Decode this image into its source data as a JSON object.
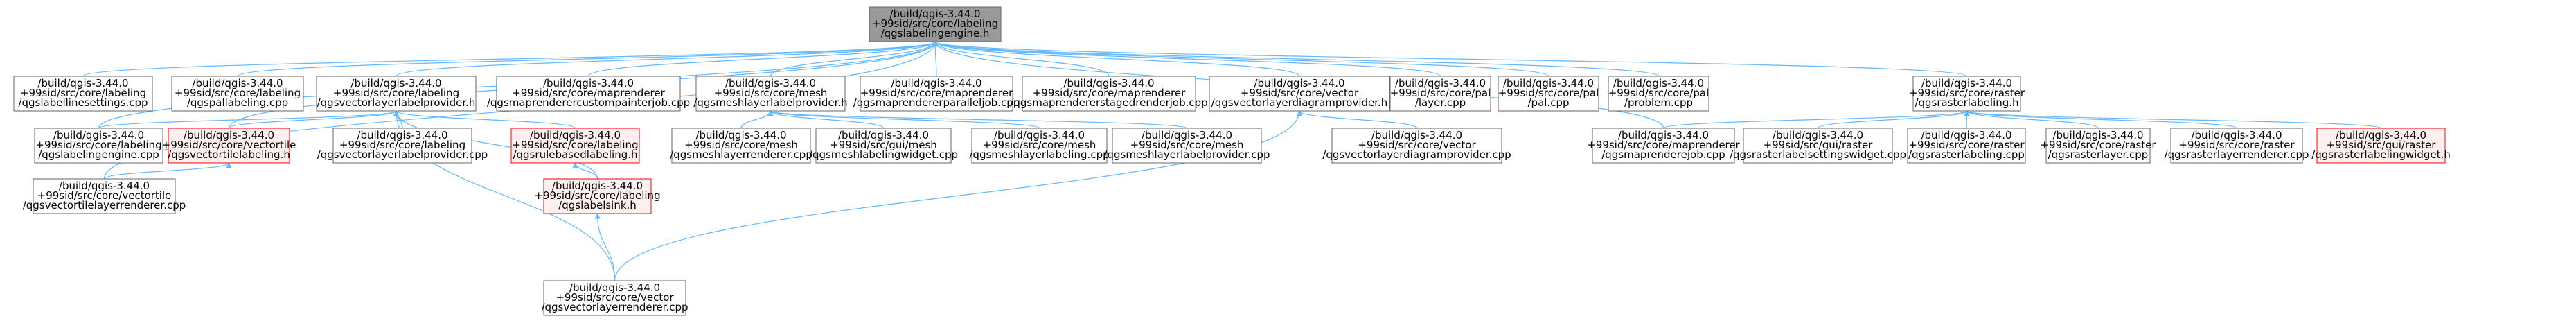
{
  "colors": {
    "edge": "#63b8ff",
    "root_fill": "#999999",
    "root_border": "#666666",
    "node_fill": "#ffffff",
    "node_border": "#666666",
    "red_fill": "#fff0f0",
    "red_border": "#ff0000"
  },
  "nodes": [
    {
      "id": "root",
      "style": "root",
      "lines": [
        "/build/qgis-3.44.0",
        "+99sid/src/core/labeling",
        "/qgslabelingengine.h"
      ]
    },
    {
      "id": "n1",
      "style": "normal",
      "lines": [
        "/build/qgis-3.44.0",
        "+99sid/src/core/labeling",
        "/qgslabellinesettings.cpp"
      ]
    },
    {
      "id": "n2",
      "style": "normal",
      "lines": [
        "/build/qgis-3.44.0",
        "+99sid/src/core/labeling",
        "/qgspallabeling.cpp"
      ]
    },
    {
      "id": "n3",
      "style": "normal",
      "lines": [
        "/build/qgis-3.44.0",
        "+99sid/src/core/labeling",
        "/qgsvectorlayerlabelprovider.h"
      ]
    },
    {
      "id": "n4",
      "style": "normal",
      "lines": [
        "/build/qgis-3.44.0",
        "+99sid/src/core/maprenderer",
        "/qgsmaprenderercustompainterjob.cpp"
      ]
    },
    {
      "id": "n5",
      "style": "normal",
      "lines": [
        "/build/qgis-3.44.0",
        "+99sid/src/core/mesh",
        "/qgsmeshlayerlabelprovider.h"
      ]
    },
    {
      "id": "n6",
      "style": "normal",
      "lines": [
        "/build/qgis-3.44.0",
        "+99sid/src/core/maprenderer",
        "/qgsmaprendererparalleljob.cpp"
      ]
    },
    {
      "id": "n7",
      "style": "normal",
      "lines": [
        "/build/qgis-3.44.0",
        "+99sid/src/core/maprenderer",
        "/qgsmaprendererstagedrenderjob.cpp"
      ]
    },
    {
      "id": "n8",
      "style": "normal",
      "lines": [
        "/build/qgis-3.44.0",
        "+99sid/src/core/vector",
        "/qgsvectorlayerdiagramprovider.h"
      ]
    },
    {
      "id": "n9",
      "style": "normal",
      "lines": [
        "/build/qgis-3.44.0",
        "+99sid/src/core/pal",
        "/layer.cpp"
      ]
    },
    {
      "id": "n10",
      "style": "normal",
      "lines": [
        "/build/qgis-3.44.0",
        "+99sid/src/core/pal",
        "/pal.cpp"
      ]
    },
    {
      "id": "n11",
      "style": "normal",
      "lines": [
        "/build/qgis-3.44.0",
        "+99sid/src/core/pal",
        "/problem.cpp"
      ]
    },
    {
      "id": "n12",
      "style": "normal",
      "lines": [
        "/build/qgis-3.44.0",
        "+99sid/src/core/raster",
        "/qgsrasterlabeling.h"
      ]
    },
    {
      "id": "n13",
      "style": "normal",
      "lines": [
        "/build/qgis-3.44.0",
        "+99sid/src/core/labeling",
        "/qgslabelingengine.cpp"
      ]
    },
    {
      "id": "n14",
      "style": "red",
      "lines": [
        "/build/qgis-3.44.0",
        "+99sid/src/core/vectortile",
        "/qgsvectortilelabeling.h"
      ]
    },
    {
      "id": "n15",
      "style": "normal",
      "lines": [
        "/build/qgis-3.44.0",
        "+99sid/src/core/labeling",
        "/qgsvectorlayerlabelprovider.cpp"
      ]
    },
    {
      "id": "n16",
      "style": "red",
      "lines": [
        "/build/qgis-3.44.0",
        "+99sid/src/core/labeling",
        "/qgsrulebasedlabeling.h"
      ]
    },
    {
      "id": "n17",
      "style": "normal",
      "lines": [
        "/build/qgis-3.44.0",
        "+99sid/src/core/mesh",
        "/qgsmeshlayerrenderer.cpp"
      ]
    },
    {
      "id": "n18",
      "style": "normal",
      "lines": [
        "/build/qgis-3.44.0",
        "+99sid/src/gui/mesh",
        "/qgsmeshlabelingwidget.cpp"
      ]
    },
    {
      "id": "n19",
      "style": "normal",
      "lines": [
        "/build/qgis-3.44.0",
        "+99sid/src/core/mesh",
        "/qgsmeshlayerlabeling.cpp"
      ]
    },
    {
      "id": "n20",
      "style": "normal",
      "lines": [
        "/build/qgis-3.44.0",
        "+99sid/src/core/mesh",
        "/qgsmeshlayerlabelprovider.cpp"
      ]
    },
    {
      "id": "n21",
      "style": "normal",
      "lines": [
        "/build/qgis-3.44.0",
        "+99sid/src/core/vector",
        "/qgsvectorlayerdiagramprovider.cpp"
      ]
    },
    {
      "id": "n22",
      "style": "normal",
      "lines": [
        "/build/qgis-3.44.0",
        "+99sid/src/core/maprenderer",
        "/qgsmaprenderejob.cpp"
      ]
    },
    {
      "id": "n23",
      "style": "normal",
      "lines": [
        "/build/qgis-3.44.0",
        "+99sid/src/gui/raster",
        "/qgsrasterlabelsettingswidget.cpp"
      ]
    },
    {
      "id": "n24",
      "style": "normal",
      "lines": [
        "/build/qgis-3.44.0",
        "+99sid/src/core/raster",
        "/qgsrasterlabeling.cpp"
      ]
    },
    {
      "id": "n25",
      "style": "normal",
      "lines": [
        "/build/qgis-3.44.0",
        "+99sid/src/core/raster",
        "/qgsrasterlayer.cpp"
      ]
    },
    {
      "id": "n26",
      "style": "normal",
      "lines": [
        "/build/qgis-3.44.0",
        "+99sid/src/core/raster",
        "/qgsrasterlayerrenderer.cpp"
      ]
    },
    {
      "id": "n27",
      "style": "red",
      "lines": [
        "/build/qgis-3.44.0",
        "+99sid/src/gui/raster",
        "/qgsrasterlabelingwidget.h"
      ]
    },
    {
      "id": "n28",
      "style": "normal",
      "lines": [
        "/build/qgis-3.44.0",
        "+99sid/src/core/vectortile",
        "/qgsvectortilelayerrenderer.cpp"
      ]
    },
    {
      "id": "n29",
      "style": "red",
      "lines": [
        "/build/qgis-3.44.0",
        "+99sid/src/core/labeling",
        "/qgslabelsink.h"
      ]
    },
    {
      "id": "n30",
      "style": "normal",
      "lines": [
        "/build/qgis-3.44.0",
        "+99sid/src/core/vector",
        "/qgsvectorlayerrenderer.cpp"
      ]
    }
  ],
  "edges": [
    {
      "from": "n1",
      "to": "root"
    },
    {
      "from": "n2",
      "to": "root"
    },
    {
      "from": "n3",
      "to": "root"
    },
    {
      "from": "n4",
      "to": "root"
    },
    {
      "from": "n5",
      "to": "root"
    },
    {
      "from": "n6",
      "to": "root"
    },
    {
      "from": "n7",
      "to": "root"
    },
    {
      "from": "n8",
      "to": "root"
    },
    {
      "from": "n9",
      "to": "root"
    },
    {
      "from": "n10",
      "to": "root"
    },
    {
      "from": "n11",
      "to": "root"
    },
    {
      "from": "n12",
      "to": "root"
    },
    {
      "from": "n13",
      "to": "root"
    },
    {
      "from": "n14",
      "to": "root"
    },
    {
      "from": "n28",
      "to": "root"
    },
    {
      "from": "n22",
      "to": "root"
    },
    {
      "from": "n13",
      "to": "n3"
    },
    {
      "from": "n14",
      "to": "n3"
    },
    {
      "from": "n15",
      "to": "n3"
    },
    {
      "from": "n16",
      "to": "n3"
    },
    {
      "from": "n29",
      "to": "n3"
    },
    {
      "from": "n30",
      "to": "n3"
    },
    {
      "from": "n28",
      "to": "n14"
    },
    {
      "from": "n29",
      "to": "n16"
    },
    {
      "from": "n30",
      "to": "n29"
    },
    {
      "from": "n17",
      "to": "n5"
    },
    {
      "from": "n18",
      "to": "n5"
    },
    {
      "from": "n19",
      "to": "n5"
    },
    {
      "from": "n20",
      "to": "n5"
    },
    {
      "from": "n21",
      "to": "n8"
    },
    {
      "from": "n30",
      "to": "n8"
    },
    {
      "from": "n22",
      "to": "n12"
    },
    {
      "from": "n23",
      "to": "n12"
    },
    {
      "from": "n24",
      "to": "n12"
    },
    {
      "from": "n25",
      "to": "n12"
    },
    {
      "from": "n26",
      "to": "n12"
    },
    {
      "from": "n27",
      "to": "n12"
    }
  ]
}
